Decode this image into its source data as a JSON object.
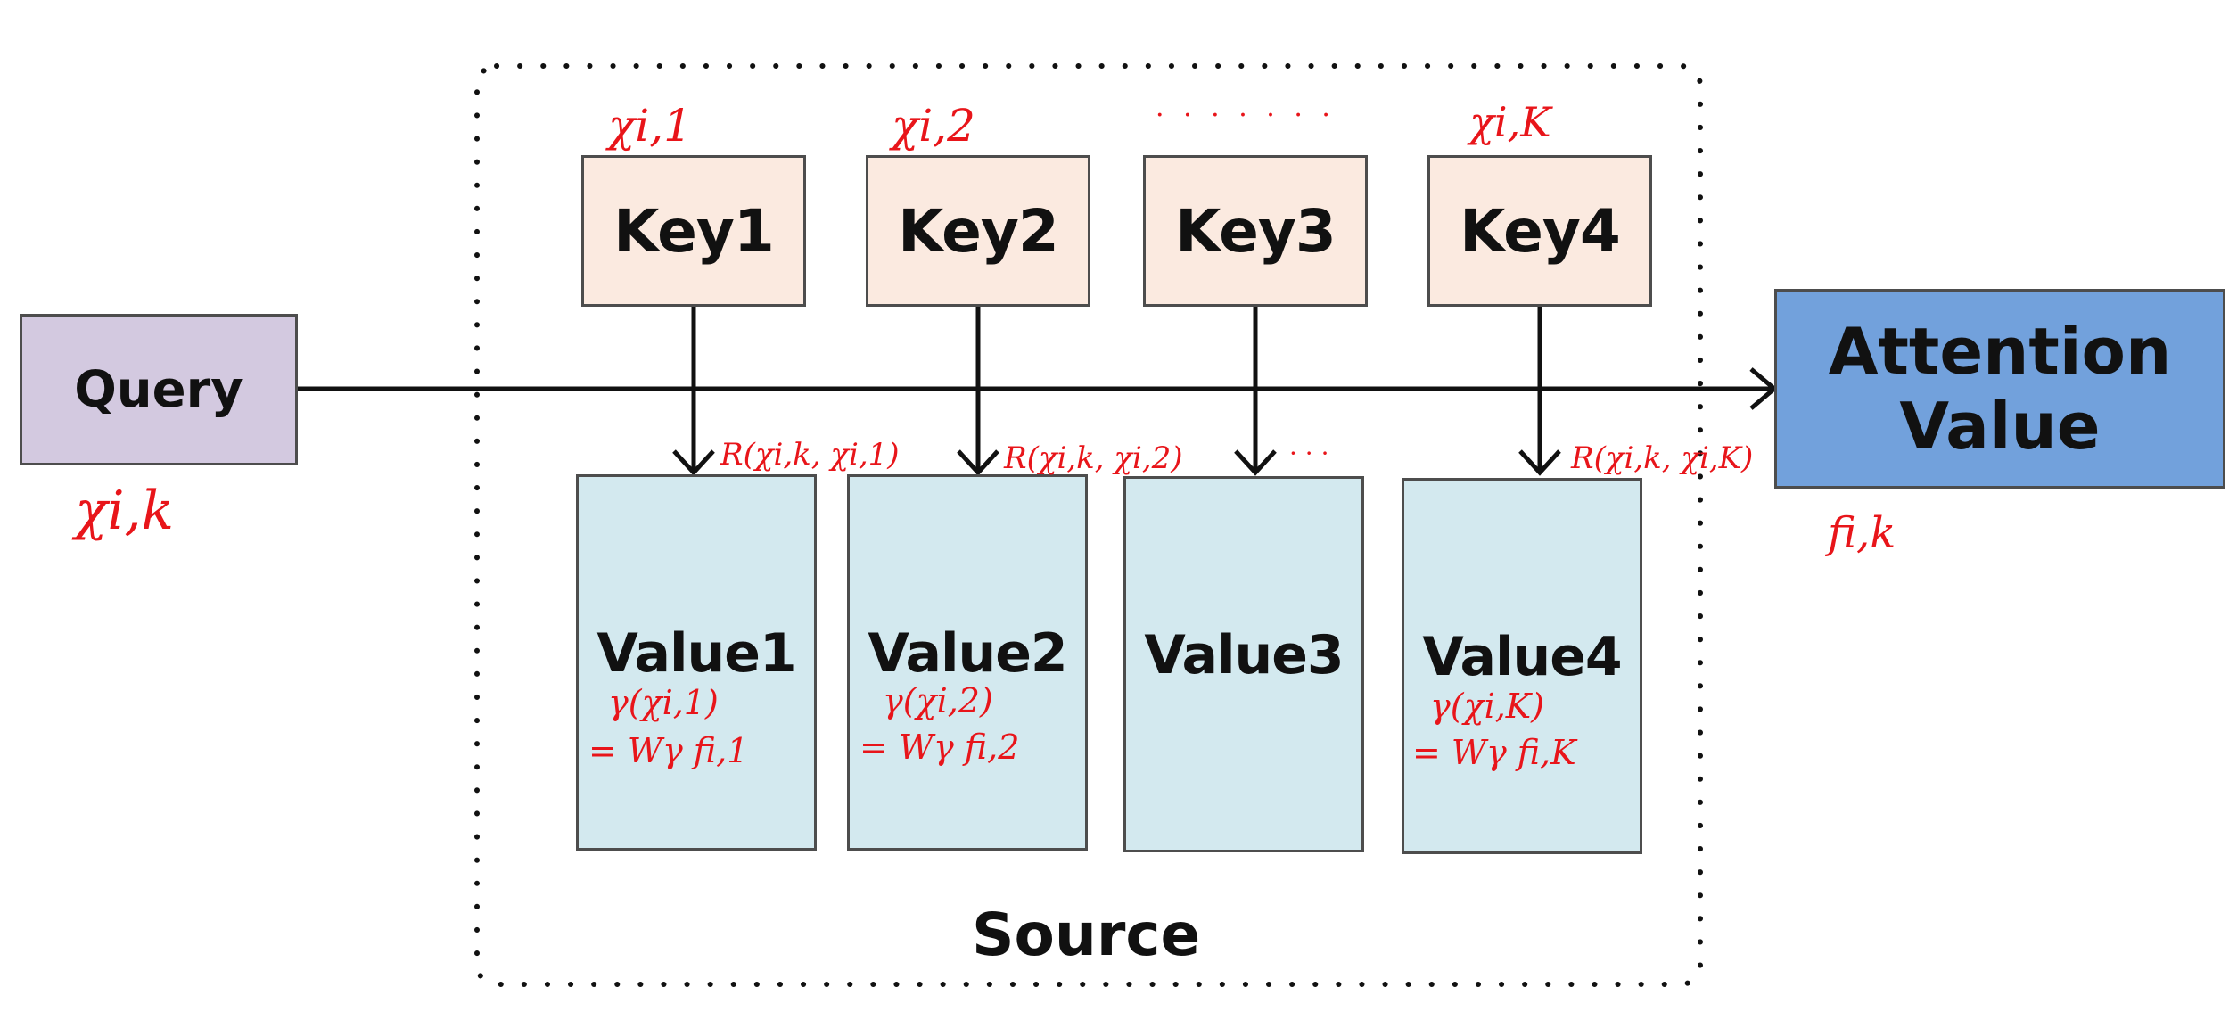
{
  "query": {
    "label": "Query",
    "annotation": "χi,k"
  },
  "keys": [
    {
      "label": "Key1",
      "annotation": "χi,1"
    },
    {
      "label": "Key2",
      "annotation": "χi,2"
    },
    {
      "label": "Key3",
      "annotation": "· · · · · · ·"
    },
    {
      "label": "Key4",
      "annotation": "χi,K"
    }
  ],
  "values": [
    {
      "label": "Value1",
      "formula_line1": "γ(χi,1)",
      "formula_line2": "= Wγ fi,1"
    },
    {
      "label": "Value2",
      "formula_line1": "γ(χi,2)",
      "formula_line2": "= Wγ fi,2"
    },
    {
      "label": "Value3",
      "formula_line1": "",
      "formula_line2": ""
    },
    {
      "label": "Value4",
      "formula_line1": "γ(χi,K)",
      "formula_line2": "= Wγ fi,K"
    }
  ],
  "relations": [
    "R(χi,k, χi,1)",
    "R(χi,k, χi,2)",
    "· · ·",
    "R(χi,k, χi,K)"
  ],
  "attention": {
    "line1": "Attention",
    "line2": "Value",
    "annotation": "fi,k"
  },
  "source_label": "Source",
  "colors": {
    "query_fill": "#d3c9e0",
    "key_fill": "#fbeae0",
    "value_fill": "#d3e9ef",
    "attention_fill": "#72a1dc",
    "annotation": "#e8151a",
    "line": "#111111"
  }
}
